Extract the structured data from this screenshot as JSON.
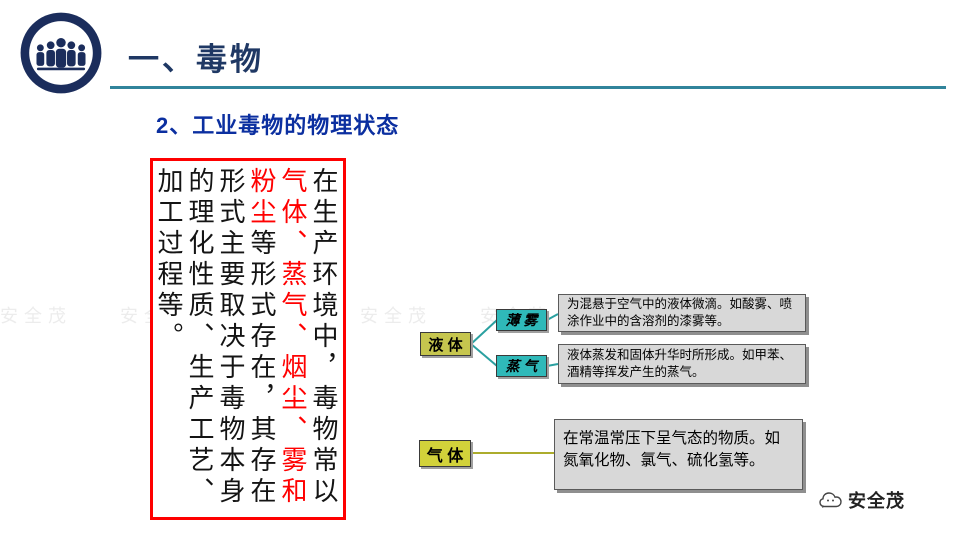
{
  "header": {
    "title": "一、毒物",
    "subtitle": "2、工业毒物的物理状态"
  },
  "intro": {
    "seg1": "在生产环境中，毒物常以",
    "seg2_red": "气体、蒸气、烟尘、雾和粉尘",
    "seg3": "等形式存在，其存在形式主要取决于毒物本身的理化性质、生产工艺、加工过程等。"
  },
  "diagram": {
    "liquid_label": "液 体",
    "mist_label": "薄 雾",
    "vapor_label": "蒸 气",
    "gas_label": "气 体",
    "mist_desc": "为混悬于空气中的液体微滴。如酸雾、喷涂作业中的含溶剂的漆雾等。",
    "vapor_desc": "液体蒸发和固体升华时所形成。如甲苯、酒精等挥发产生的蒸气。",
    "gas_desc": "在常温常压下呈气态的物质。如氮氧化物、氯气、硫化氢等。"
  },
  "footer": {
    "brand": "安全茂"
  },
  "watermark": "安全茂　　安全茂　　安全茂　　安全茂　　安全茂　　安全茂　　安全茂",
  "colors": {
    "title_navy": "#1F3864",
    "subtitle_blue": "#0B2FA0",
    "divider_teal": "#31849B",
    "highlight_red": "#FF0000",
    "node_cyan": "#2FB9B9",
    "node_liquid_yellow": "#C6C64E",
    "node_gas_yellow": "#D2D23A",
    "desc_gray": "#D8D8D8"
  }
}
